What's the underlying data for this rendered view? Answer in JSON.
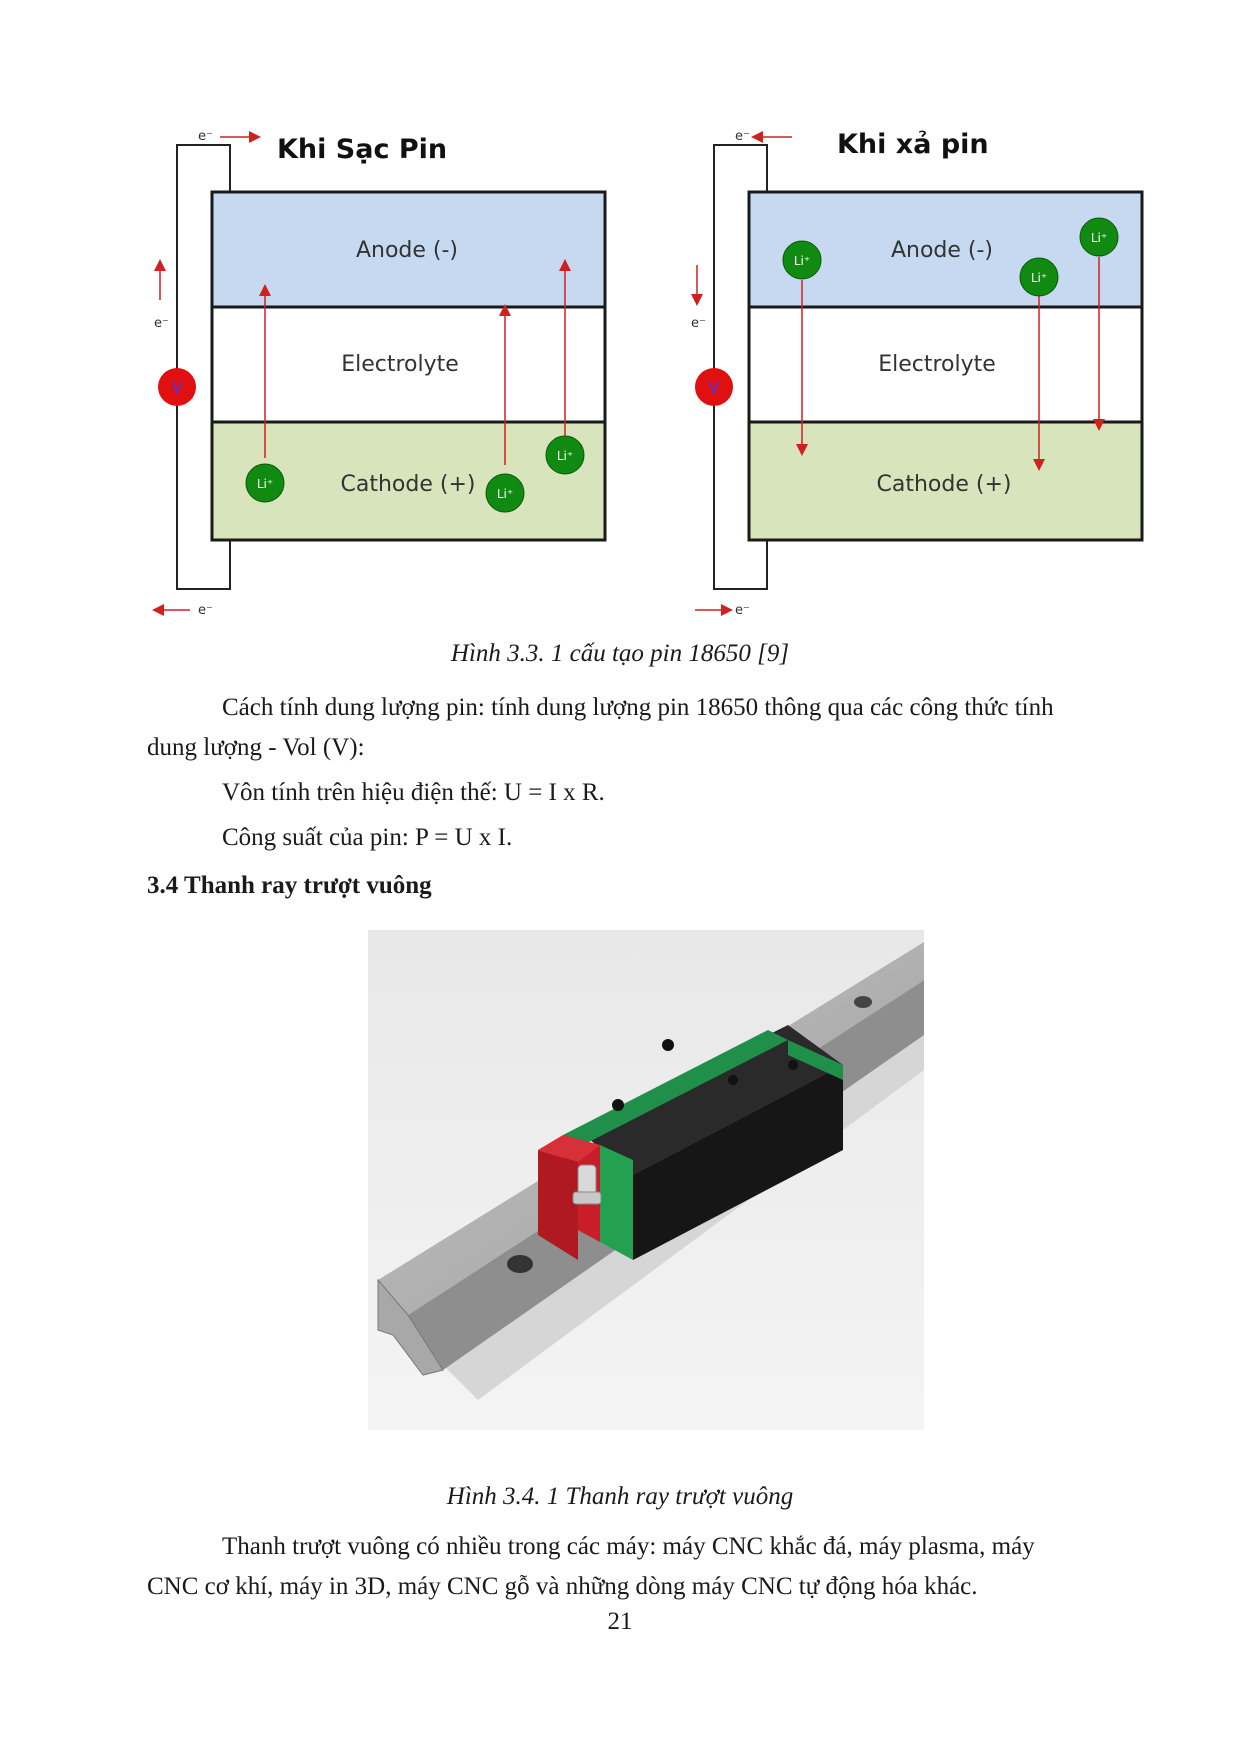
{
  "figure_3_3": {
    "left": {
      "title": "Khi Sạc Pin",
      "anode": "Anode (-)",
      "electrolyte": "Electrolyte",
      "cathode": "Cathode (+)",
      "ion_label": "Li⁺",
      "electron_label": "e⁻",
      "voltmeter_label": "V"
    },
    "right": {
      "title": "Khi xả pin",
      "anode": "Anode (-)",
      "electrolyte": "Electrolyte",
      "cathode": "Cathode (+)",
      "ion_label": "Li⁺",
      "electron_label": "e⁻",
      "voltmeter_label": "V"
    },
    "caption": "Hình 3.3. 1 cấu tạo pin 18650 [9]"
  },
  "body": {
    "para1_line1": "Cách tính dung lượng pin: tính dung lượng pin 18650 thông qua các công thức tính",
    "para1_line2": "dung lượng - Vol (V):",
    "formula1": "Vôn tính trên hiệu điện thế: U = I x R.",
    "formula2": "Công suất của pin: P = U x I.",
    "section_heading": "3.4  Thanh ray trượt vuông",
    "para2_line1": "Thanh trượt vuông có nhiều trong các máy: máy CNC khắc đá, máy plasma, máy",
    "para2_line2": "CNC cơ khí, máy in 3D, máy CNC gỗ và những dòng máy CNC tự động hóa khác."
  },
  "figure_3_4": {
    "caption": "Hình 3.4. 1 Thanh ray trượt vuông"
  },
  "page_number": "21",
  "colors": {
    "anode_fill": "#c6d9f1",
    "cathode_fill": "#d8e4bc",
    "ion_fill": "#108a10",
    "voltmeter_fill": "#e01010",
    "arrow_red": "#d02020"
  }
}
